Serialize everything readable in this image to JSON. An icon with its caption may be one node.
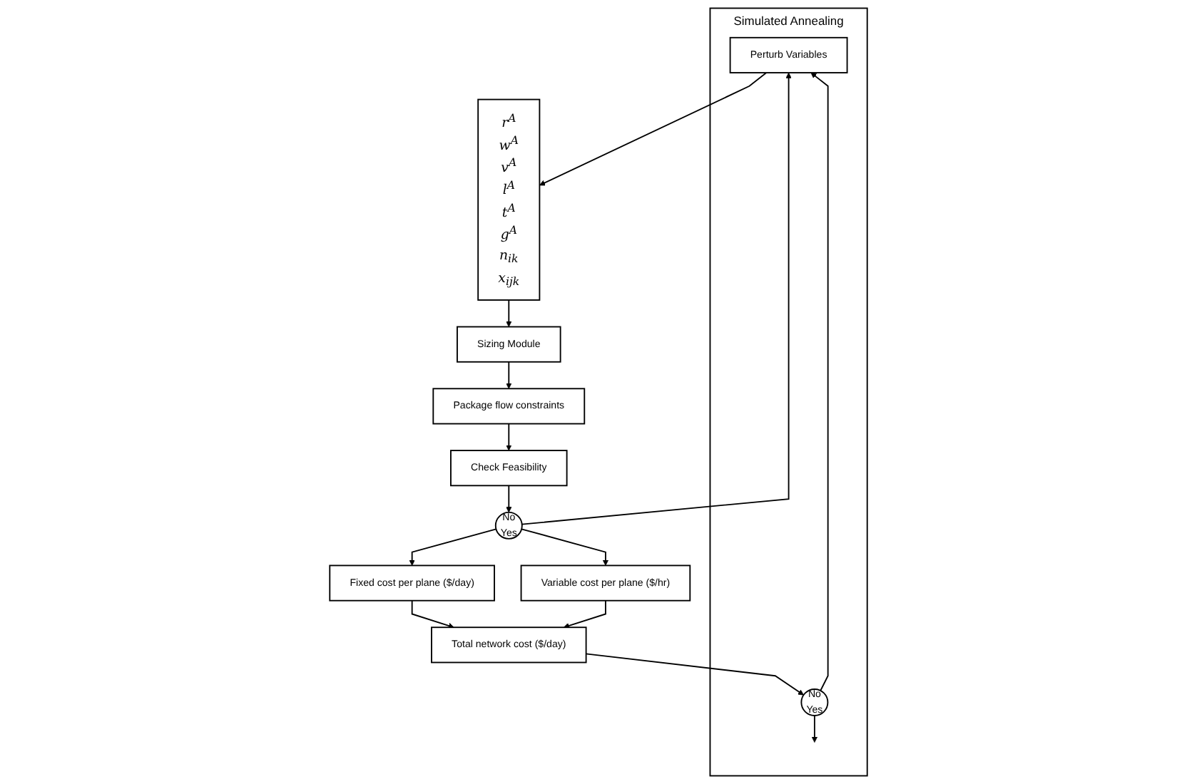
{
  "diagram": {
    "nodes": [
      {
        "text": [
          "Simulated Annealing"
        ]
      },
      {
        "text": [
          "Perturb Variables"
        ],
        "in": 0
      },
      {
        "text": [
          "No",
          "Yes"
        ],
        "in": 0
      },
      {
        "text": [
          "r$^{A}$",
          "w$^{A}$",
          "v$^{A}$",
          "l$^{A}$",
          "t$^{A}$",
          "g$^{A}$",
          "n$_{ik}$",
          "x$_{ijk}$"
        ]
      },
      {
        "text": [
          "Sizing Module"
        ]
      },
      {
        "text": [
          "Package flow constraints"
        ]
      },
      {
        "text": [
          "Check Feasibility"
        ]
      },
      {
        "text": [
          "No",
          "Yes"
        ]
      },
      {
        "text": [
          "Total network cost ($/day)"
        ]
      },
      {
        "text": [
          "Fixed cost per plane ($/day)"
        ]
      },
      {
        "text": [
          "Variable cost per plane ($/hr)"
        ]
      }
    ],
    "edges": [
      {
        "from": 2,
        "to": 1,
        "arrow": "to"
      },
      {
        "from": 2,
        "to": null,
        "arrow": "to"
      },
      {
        "from": 1,
        "to": 3,
        "arrow": "to"
      },
      {
        "from": 3,
        "to": 4,
        "arrow": "to"
      },
      {
        "from": 4,
        "to": 5,
        "arrow": "to"
      },
      {
        "from": 5,
        "to": 6,
        "arrow": "to"
      },
      {
        "from": 6,
        "to": 7,
        "arrow": "to"
      },
      {
        "from": 7,
        "to": 1,
        "arrow": "to"
      },
      {
        "from": 7,
        "to": 9,
        "arrow": "to"
      },
      {
        "from": 7,
        "to": 10,
        "arrow": "to"
      },
      {
        "from": 9,
        "to": 8,
        "arrow": "to"
      },
      {
        "from": 10,
        "to": 8,
        "arrow": "to"
      },
      {
        "from": 8,
        "to": 2,
        "arrow": "to"
      }
    ]
  }
}
